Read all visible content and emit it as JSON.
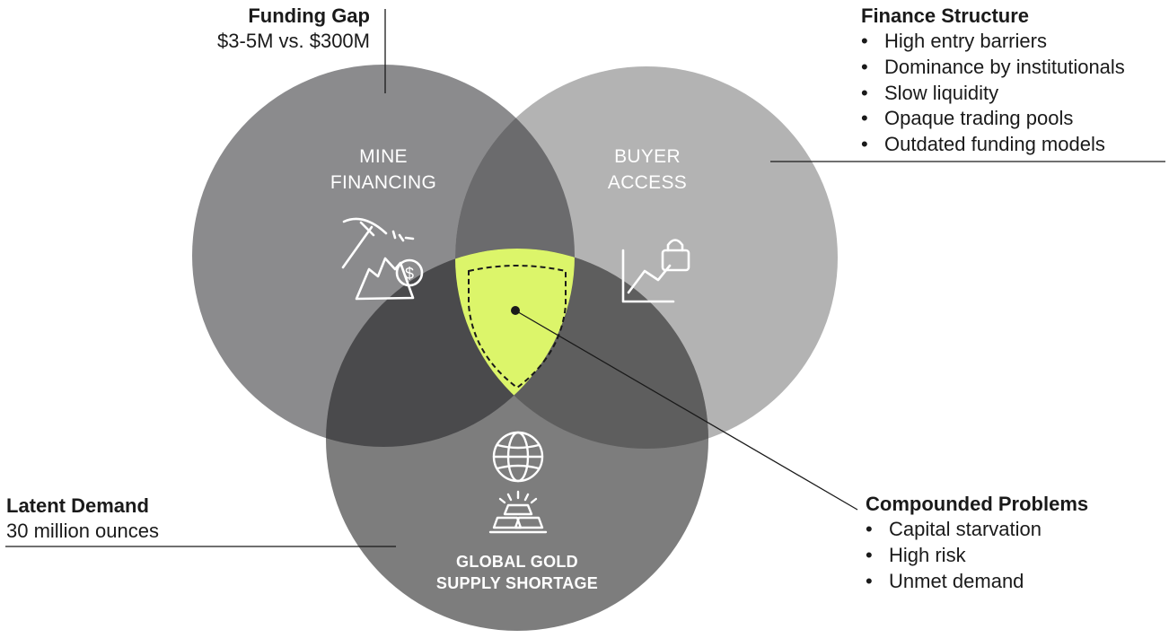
{
  "funding_gap": {
    "title": "Funding Gap",
    "value": "$3-5M vs. $300M"
  },
  "finance_structure": {
    "title": "Finance Structure",
    "items": [
      "High entry barriers",
      "Dominance by institutionals",
      "Slow liquidity",
      "Opaque trading pools",
      "Outdated funding models"
    ]
  },
  "latent_demand": {
    "title": "Latent Demand",
    "value": "30 million ounces"
  },
  "compounded_problems": {
    "title": "Compounded Problems",
    "items": [
      "Capital starvation",
      "High risk",
      "Unmet demand"
    ]
  },
  "circles": {
    "mine_financing": {
      "line1": "MINE",
      "line2": "FINANCING",
      "icon": "mining-pick-dollar-icon"
    },
    "buyer_access": {
      "line1": "BUYER",
      "line2": "ACCESS",
      "icon": "chart-lock-icon"
    },
    "gold_shortage": {
      "line1": "GLOBAL GOLD",
      "line2": "SUPPLY SHORTAGE",
      "icon": "globe-gold-bars-icon"
    }
  },
  "colors": {
    "mine_financing": "#8b8b8d",
    "buyer_access": "#b3b3b3",
    "gold_shortage": "#7d7d7d",
    "overlap_mine_buyer": "#6b6b6d",
    "overlap_mine_gold": "#4a4a4c",
    "overlap_buyer_gold": "#5e5e5e",
    "center_highlight": "#dcf56a"
  }
}
